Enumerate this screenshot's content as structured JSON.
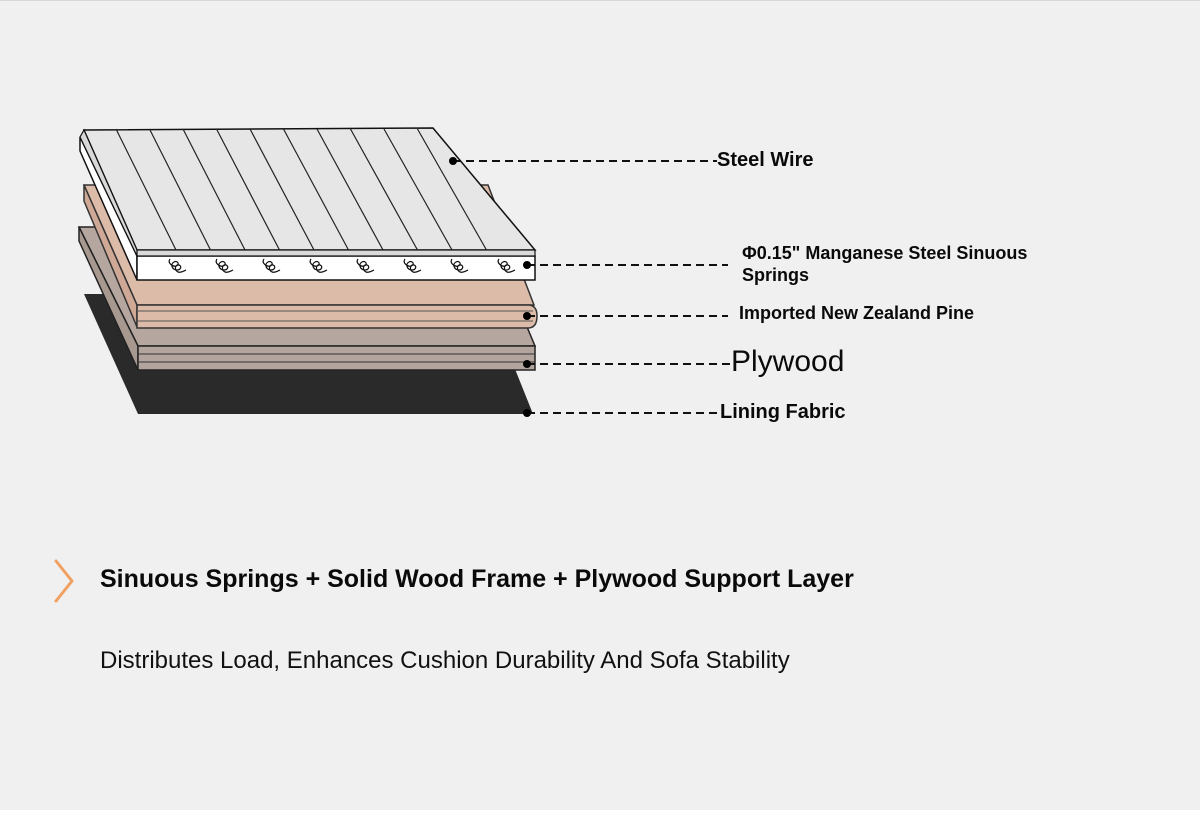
{
  "diagram": {
    "layers": [
      {
        "id": "steel-wire",
        "label": "Steel Wire"
      },
      {
        "id": "springs",
        "label": "Φ0.15\" Manganese Steel Sinuous Springs"
      },
      {
        "id": "pine",
        "label": "Imported New Zealand Pine"
      },
      {
        "id": "plywood",
        "label": "Plywood"
      },
      {
        "id": "fabric",
        "label": "Lining Fabric"
      }
    ],
    "colors": {
      "background": "#f0f0f0",
      "steel": "#e6e6e6",
      "pine": "#dcbba8",
      "plywood": "#b3a59d",
      "fabric": "#2a2a2a",
      "accent": "#f0a060"
    }
  },
  "feature": {
    "icon": "chevron-right-icon",
    "headline": "Sinuous Springs + Solid Wood Frame + Plywood Support Layer",
    "description": "Distributes Load, Enhances Cushion Durability And Sofa Stability"
  }
}
